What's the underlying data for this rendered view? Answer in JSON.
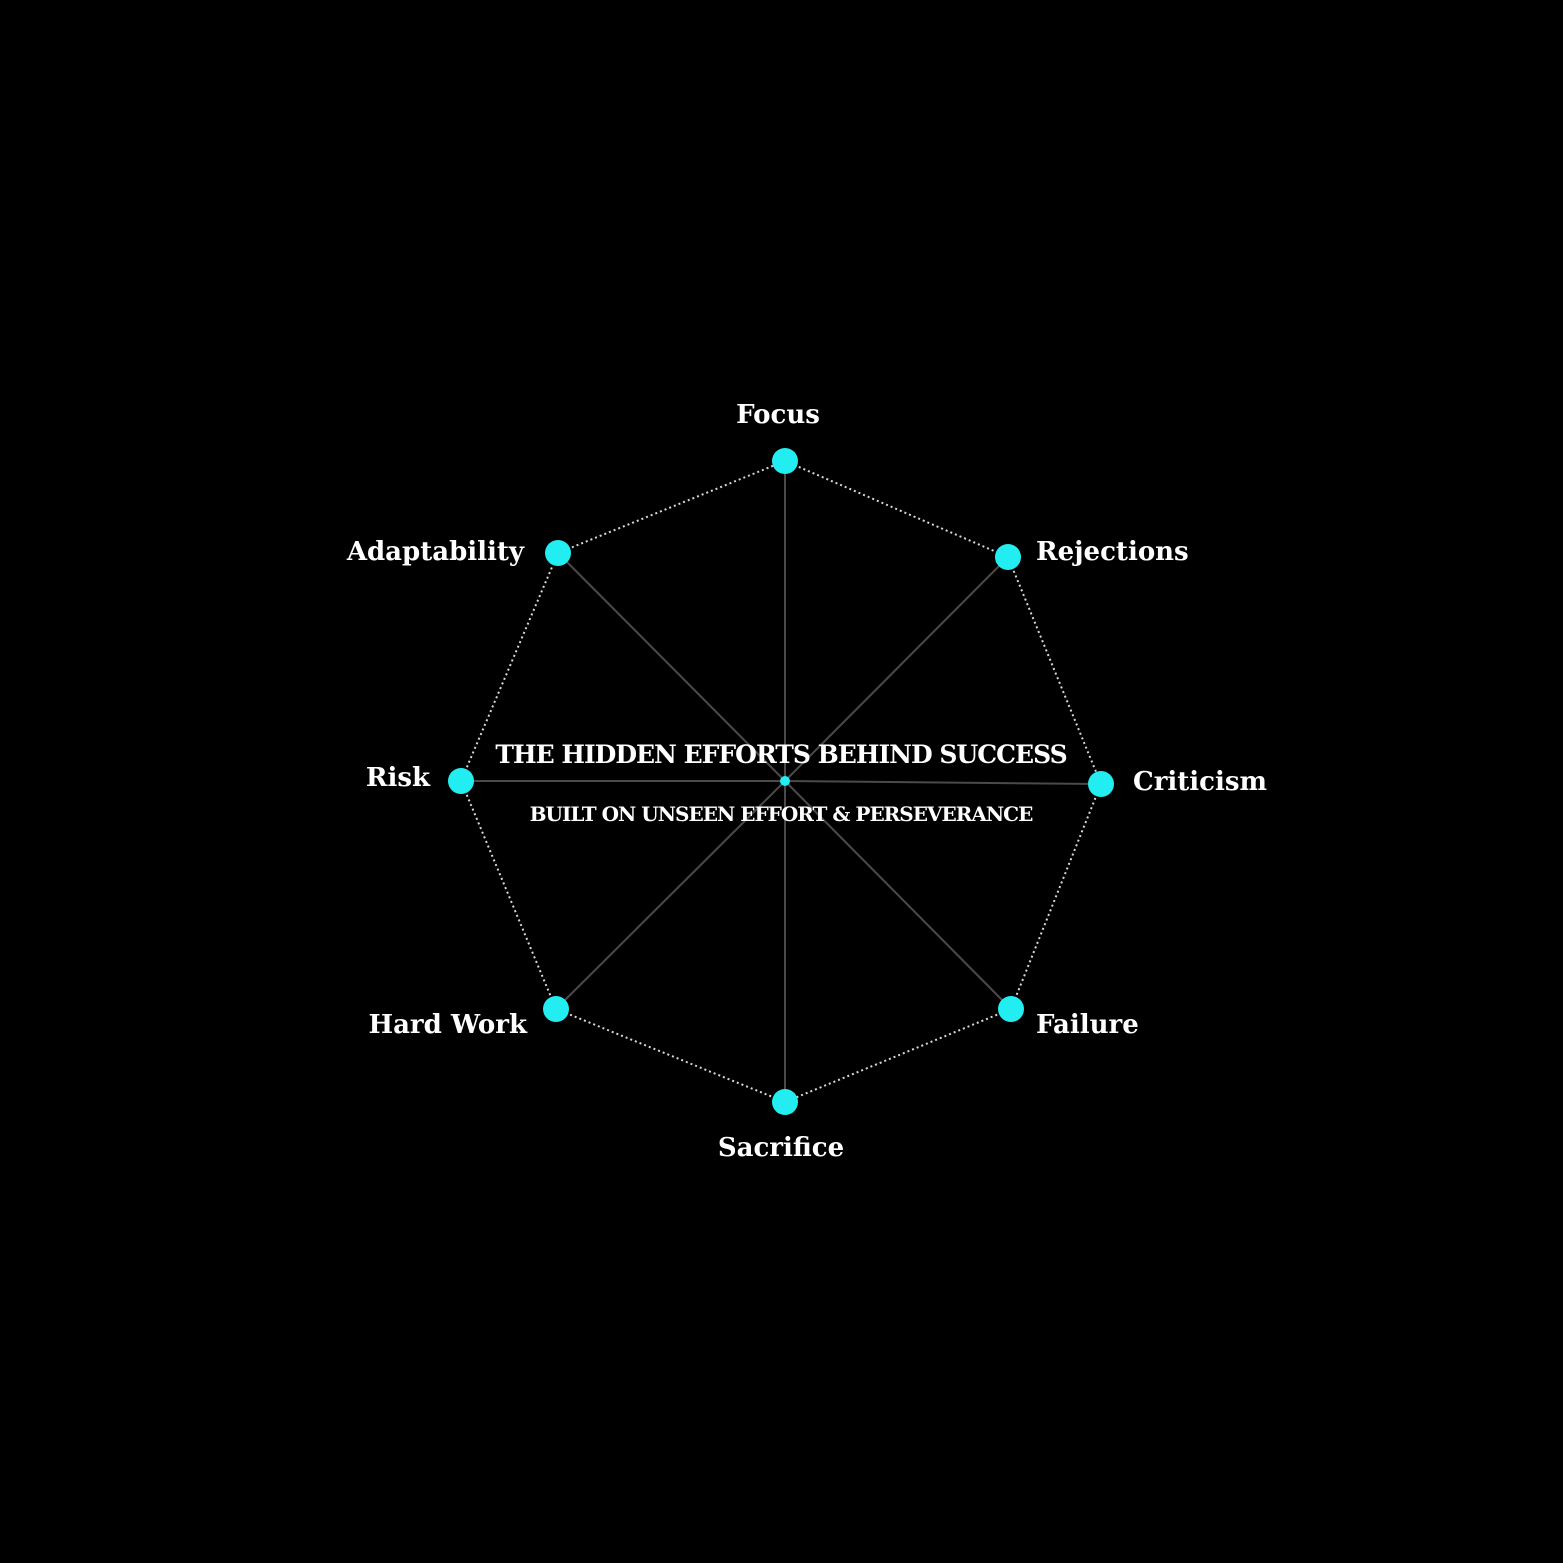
{
  "diagram": {
    "title": "THE HIDDEN EFFORTS BEHIND SUCCESS",
    "subtitle": "BUILT ON UNSEEN EFFORT & PERSEVERANCE",
    "colors": {
      "background": "#000000",
      "node": "#22eef2",
      "text": "#ffffff",
      "spoke": "#4a4a4a",
      "ring": "#d8d8d8"
    },
    "nodes": [
      {
        "id": "focus",
        "label": "Focus"
      },
      {
        "id": "rejections",
        "label": "Rejections"
      },
      {
        "id": "criticism",
        "label": "Criticism"
      },
      {
        "id": "failure",
        "label": "Failure"
      },
      {
        "id": "sacrifice",
        "label": "Sacrifice"
      },
      {
        "id": "hard-work",
        "label": "Hard Work"
      },
      {
        "id": "risk",
        "label": "Risk"
      },
      {
        "id": "adaptability",
        "label": "Adaptability"
      }
    ]
  }
}
